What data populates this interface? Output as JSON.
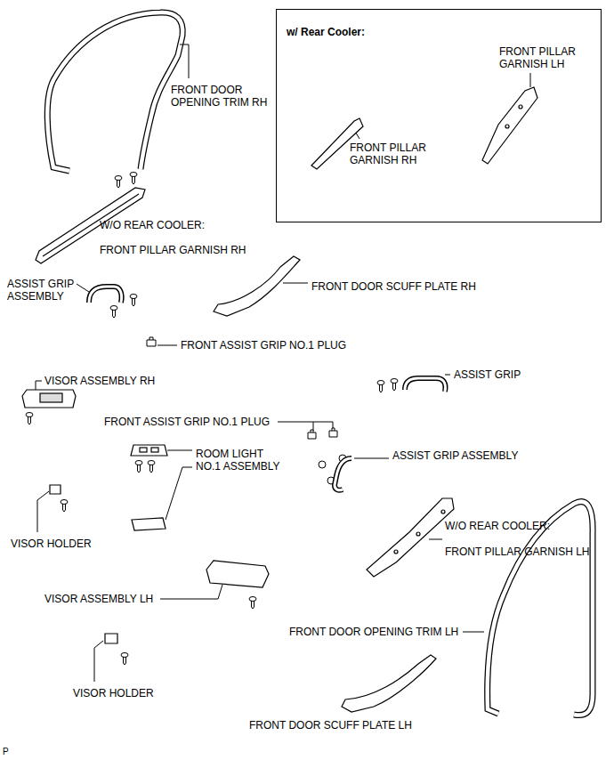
{
  "diagram": {
    "nodes": [
      {
        "text": [
          "w/ Rear Cooler:",
          "FRONT PILLAR GARNISH LH",
          "FRONT PILLAR GARNISH RH"
        ]
      }
    ],
    "labels": [
      "FRONT DOOR OPENING TRIM RH",
      "W/O REAR COOLER:",
      "FRONT PILLAR GARNISH RH",
      "ASSIST GRIP ASSEMBLY",
      "FRONT DOOR SCUFF PLATE RH",
      "FRONT ASSIST GRIP NO.1 PLUG",
      "VISOR ASSEMBLY RH",
      "ASSIST GRIP",
      "FRONT ASSIST GRIP NO.1 PLUG",
      "ROOM LIGHT NO.1 ASSEMBLY",
      "ASSIST GRIP ASSEMBLY",
      "VISOR HOLDER",
      "W/O REAR COOLER:",
      "FRONT PILLAR GARNISH LH",
      "VISOR ASSEMBLY LH",
      "FRONT DOOR OPENING TRIM LH",
      "VISOR HOLDER",
      "FRONT DOOR SCUFF PLATE LH",
      "P"
    ]
  }
}
